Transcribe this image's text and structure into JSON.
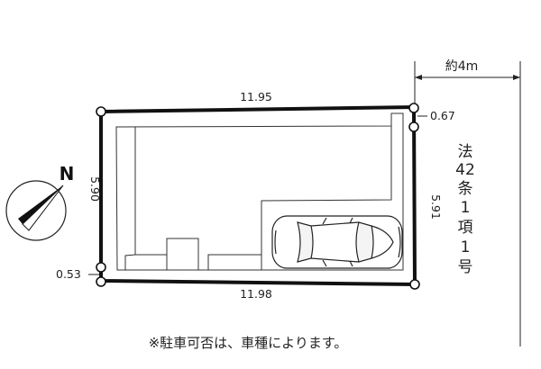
{
  "compass": {
    "label": "N"
  },
  "dimensions": {
    "top": "11.95",
    "bottom": "11.98",
    "left": "5.90",
    "right": "5.91",
    "top_right_offset": "0.67",
    "bottom_left_offset": "0.53"
  },
  "road": {
    "width_label": "約4m",
    "type_chars": [
      "法",
      "42",
      "条",
      "1",
      "項",
      "1",
      "号"
    ]
  },
  "note": "※駐車可否は、車種によります。"
}
